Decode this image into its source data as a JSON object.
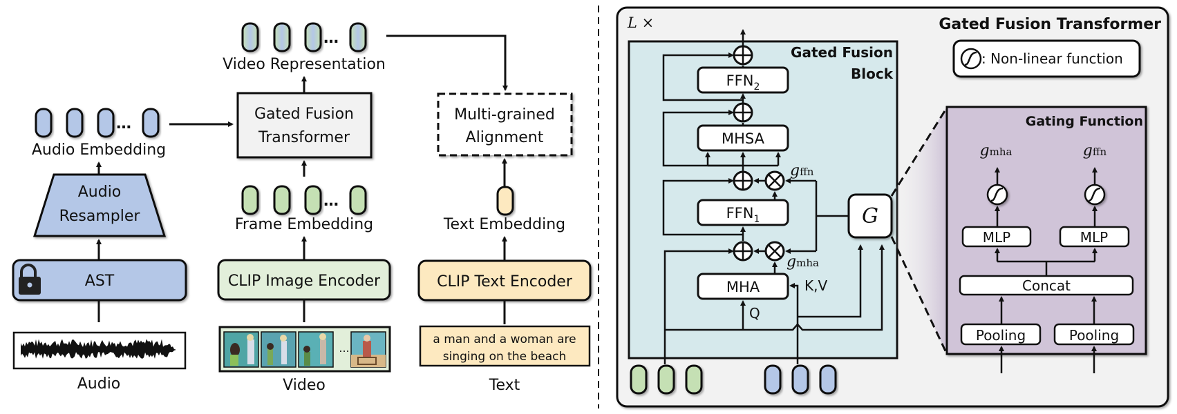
{
  "left": {
    "audio": {
      "embedding_label": "Audio Embedding",
      "resampler_label_line1": "Audio",
      "resampler_label_line2": "Resampler",
      "encoder_label": "AST",
      "input_label": "Audio",
      "lock_icon": "lock-icon"
    },
    "video": {
      "representation_label": "Video Representation",
      "fusion_label_line1": "Gated Fusion",
      "fusion_label_line2": "Transformer",
      "embedding_label": "Frame Embedding",
      "encoder_label": "CLIP Image Encoder",
      "input_label": "Video",
      "ellipsis": "...",
      "frames_count": 4
    },
    "text": {
      "alignment_label_line1": "Multi-grained",
      "alignment_label_line2": "Alignment",
      "embedding_label": "Text Embedding",
      "encoder_label": "CLIP Text Encoder",
      "caption_line1": "a man and a woman are",
      "caption_line2": "singing on the beach",
      "input_label": "Text"
    },
    "token_ellipsis": "…"
  },
  "right": {
    "title": "Gated Fusion Transformer",
    "repeat_label": "L ×",
    "legend_text": ": Non-linear function",
    "block_title_line1": "Gated Fusion",
    "block_title_line2": "Block",
    "ffn2": "FFN",
    "ffn2_sub": "2",
    "mhsa": "MHSA",
    "ffn1": "FFN",
    "ffn1_sub": "1",
    "mha": "MHA",
    "q_label": "Q",
    "kv_label": "K,V",
    "g_ffn": "g",
    "g_ffn_sub": "ffn",
    "g_mha": "g",
    "g_mha_sub": "mha",
    "gate_label": "G",
    "gating": {
      "title": "Gating Function",
      "out_left": "g",
      "out_left_sub": "mha",
      "out_right": "g",
      "out_right_sub": "ffn",
      "mlp_left": "MLP",
      "mlp_right": "MLP",
      "concat": "Concat",
      "pool_left": "Pooling",
      "pool_right": "Pooling"
    }
  },
  "colors": {
    "audio_fill": "#b4c7e7",
    "video_fill": "#c5e0b4",
    "text_fill": "#fde9c0",
    "fusion_box_fill": "#f2f2f2",
    "block_fill": "#d6e9ec",
    "gating_fill": "#d0c4d8",
    "panel_fill": "#f2f2f2",
    "frame_strip_fill": "#e2efda"
  }
}
